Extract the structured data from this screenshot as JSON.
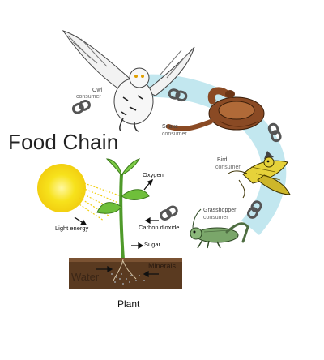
{
  "title": "Food Chain",
  "caption": "Plant",
  "chain": [
    {
      "name": "Owl",
      "role": "consumer",
      "icon": "owl-icon"
    },
    {
      "name": "Snake",
      "role": "consumer",
      "icon": "snake-icon"
    },
    {
      "name": "Bird",
      "role": "consumer",
      "icon": "bird-icon"
    },
    {
      "name": "Grasshopper",
      "role": "consumer",
      "icon": "grasshopper-icon"
    }
  ],
  "plant_labels": {
    "oxygen": "Oxygen",
    "carbon_dioxide": "Carbon dioxide",
    "light_energy": "Light energy",
    "sugar": "Sugar",
    "water": "Water",
    "minerals": "Minerals"
  },
  "colors": {
    "band": "#bfe6ee",
    "sun": "#f7e21c",
    "soil": "#5a3a20",
    "leaf": "#6fbf3a",
    "snake": "#8a4a24",
    "bird": "#e6d23a",
    "grasshopper": "#7aa66a"
  }
}
